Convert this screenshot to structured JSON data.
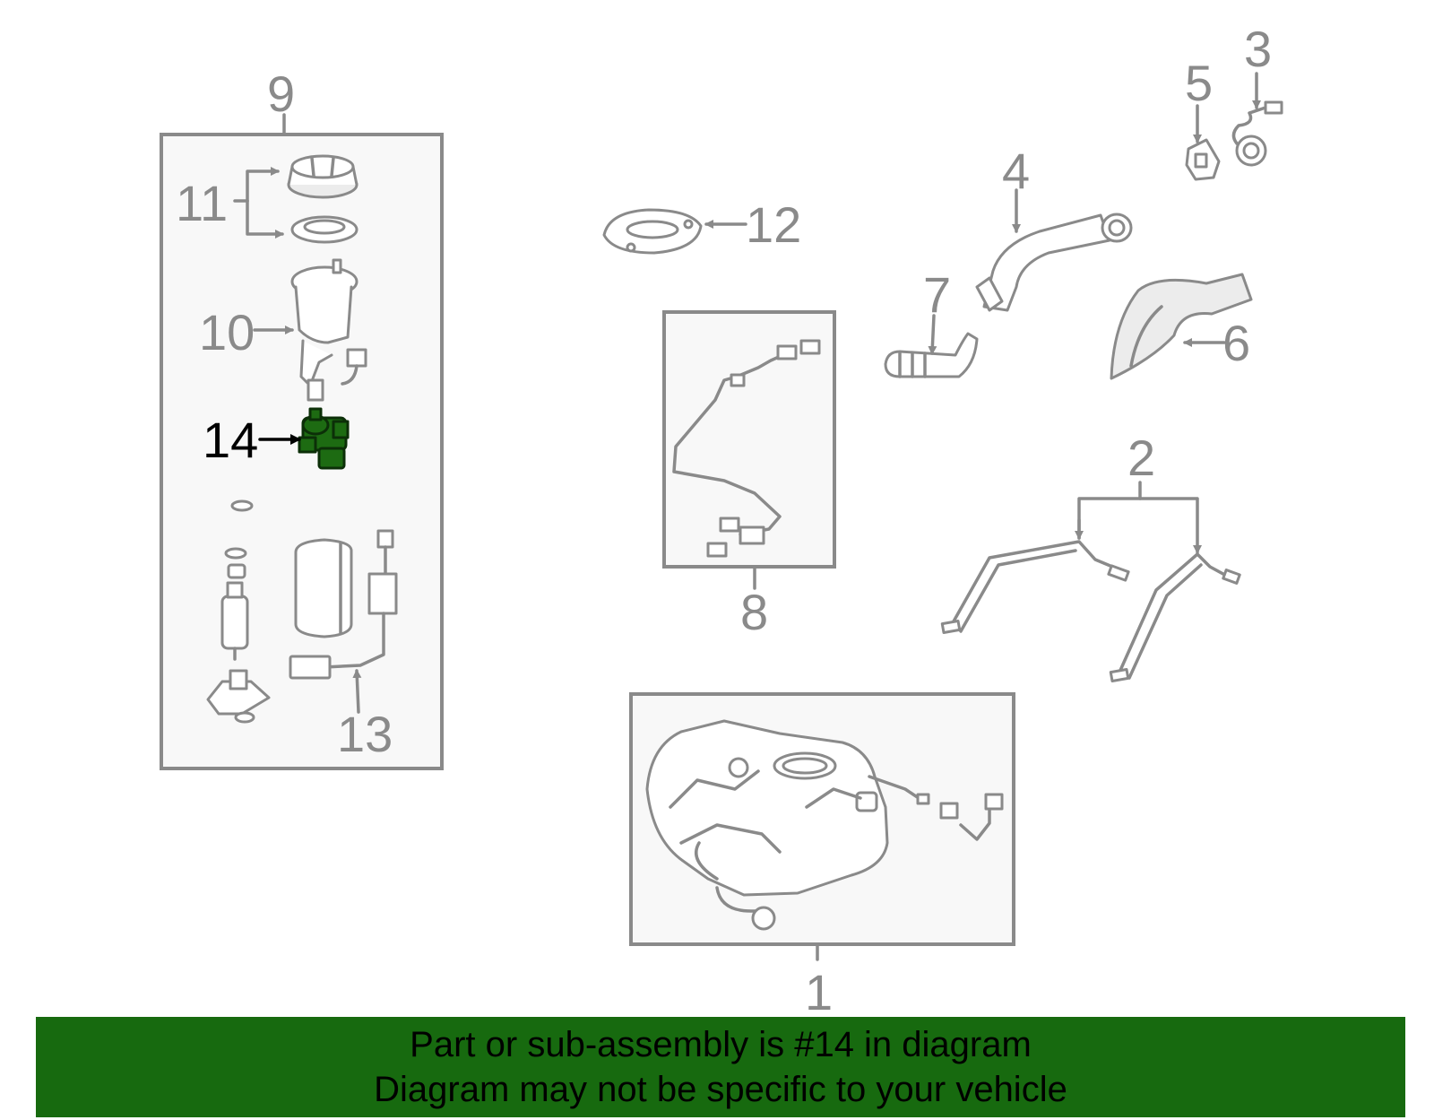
{
  "diagram": {
    "highlight_color": "#176a0f",
    "callouts": {
      "c1": "1",
      "c2": "2",
      "c3": "3",
      "c4": "4",
      "c5": "5",
      "c6": "6",
      "c7": "7",
      "c8": "8",
      "c9": "9",
      "c10": "10",
      "c11": "11",
      "c12": "12",
      "c13": "13",
      "c14": "14"
    }
  },
  "banner": {
    "line1": "Part or sub-assembly is #14 in diagram",
    "line2": "Diagram may not be specific to your vehicle"
  }
}
